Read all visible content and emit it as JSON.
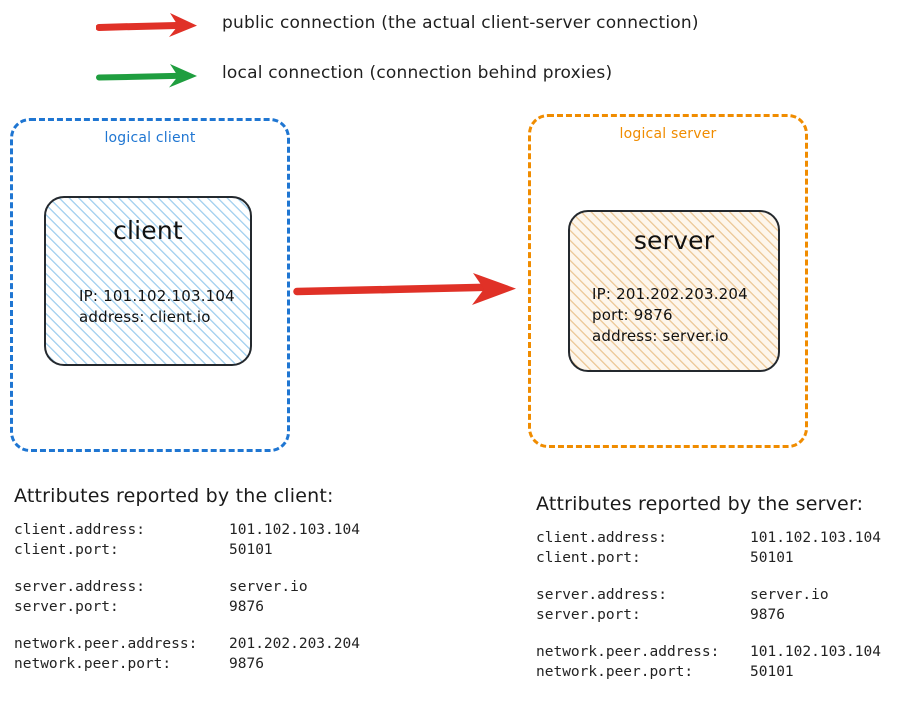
{
  "legend": {
    "items": [
      {
        "icon": "red-arrow-icon",
        "color": "#e03127",
        "label": "public connection (the actual client-server connection)"
      },
      {
        "icon": "green-arrow-icon",
        "color": "#1f9e3f",
        "label": "local connection (connection behind proxies)"
      }
    ]
  },
  "diagram": {
    "public_arrow": {
      "name": "public-connection-arrow",
      "color": "#e03127",
      "from": "client",
      "to": "server"
    },
    "client_group": {
      "label": "logical client",
      "color": "#1f76d2",
      "node": {
        "title": "client",
        "details": [
          "IP: 101.102.103.104",
          "address: client.io"
        ],
        "fill": "#eaf4fc",
        "hatch_color": "#a9d3f0"
      }
    },
    "server_group": {
      "label": "logical server",
      "color": "#f08c00",
      "node": {
        "title": "server",
        "details": [
          "IP: 201.202.203.204",
          "port: 9876",
          "address: server.io"
        ],
        "fill": "#fdf6ec",
        "hatch_color": "#edcb9d"
      }
    }
  },
  "client_attributes": {
    "heading": "Attributes reported by the client:",
    "groups": [
      [
        {
          "key": "client.address:",
          "value": "101.102.103.104"
        },
        {
          "key": "client.port:",
          "value": "50101"
        }
      ],
      [
        {
          "key": "server.address:",
          "value": "server.io"
        },
        {
          "key": "server.port:",
          "value": "9876"
        }
      ],
      [
        {
          "key": "network.peer.address:",
          "value": "201.202.203.204"
        },
        {
          "key": "network.peer.port:",
          "value": "9876"
        }
      ]
    ]
  },
  "server_attributes": {
    "heading": "Attributes reported by the server:",
    "groups": [
      [
        {
          "key": "client.address:",
          "value": "101.102.103.104"
        },
        {
          "key": "client.port:",
          "value": "50101"
        }
      ],
      [
        {
          "key": "server.address:",
          "value": "server.io"
        },
        {
          "key": "server.port:",
          "value": "9876"
        }
      ],
      [
        {
          "key": "network.peer.address:",
          "value": "101.102.103.104"
        },
        {
          "key": "network.peer.port:",
          "value": "50101"
        }
      ]
    ]
  }
}
